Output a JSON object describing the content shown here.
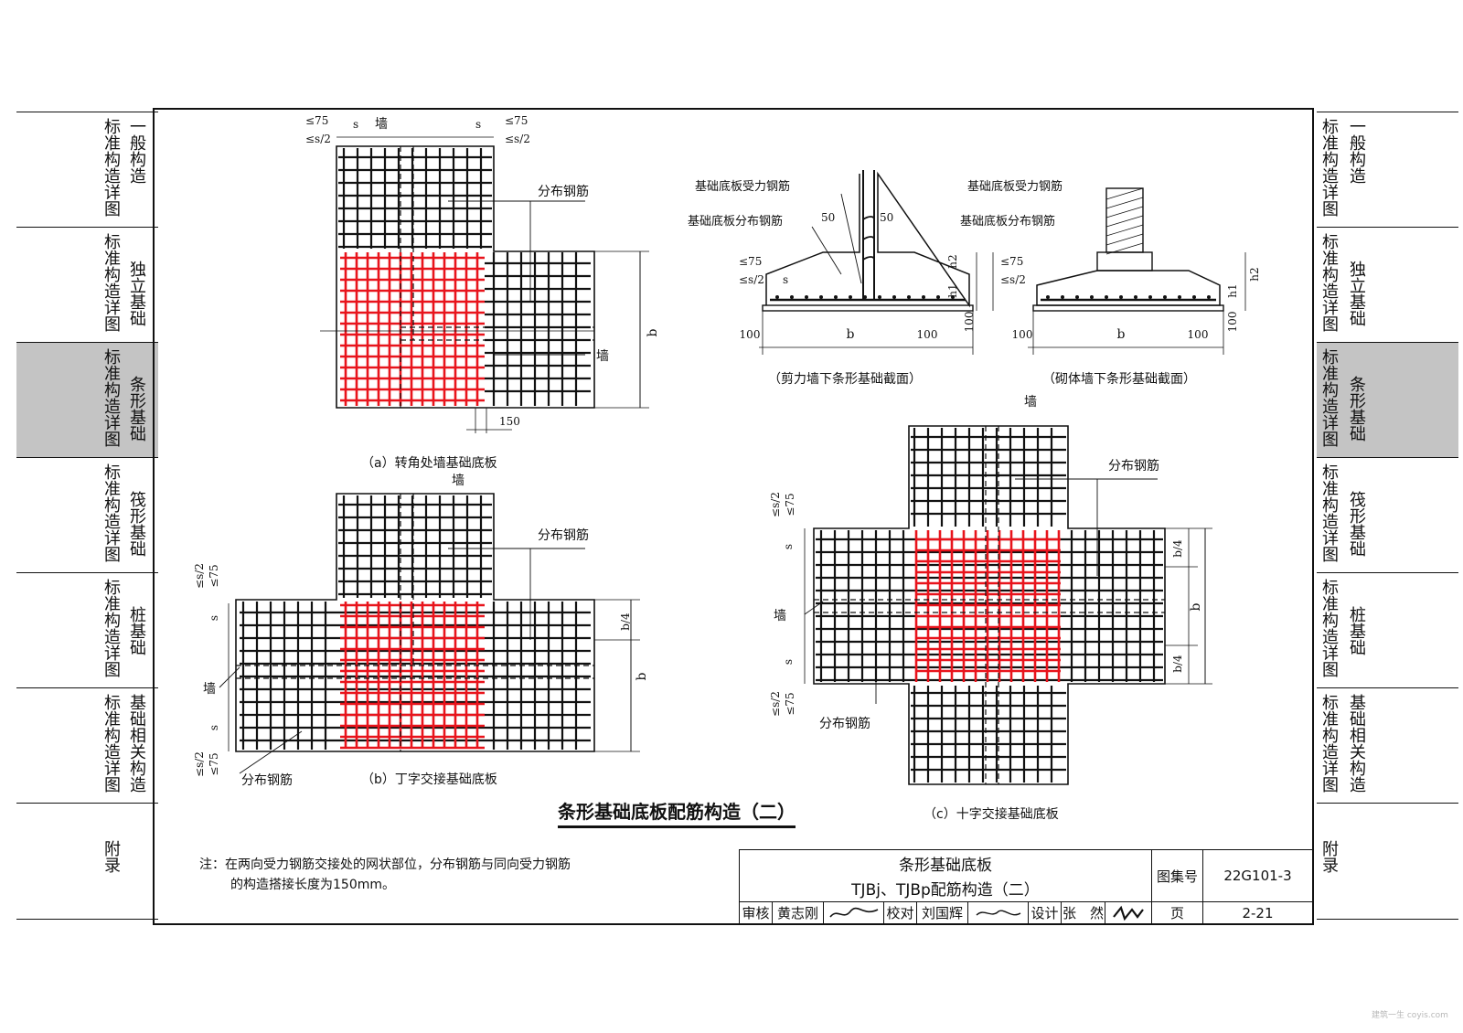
{
  "nav": {
    "common_label": "标准构造详图",
    "appendix_label": "附录",
    "items": [
      {
        "title": "一般构造"
      },
      {
        "title": "独立基础"
      },
      {
        "title": "条形基础",
        "active": true
      },
      {
        "title": "筏形基础"
      },
      {
        "title": "桩基础"
      },
      {
        "title": "基础相关构造"
      }
    ]
  },
  "drawing": {
    "main_title": "条形基础底板配筋构造（二）",
    "caption_a": "（a）转角处墙基础底板",
    "caption_b": "（b）丁字交接基础底板",
    "caption_c": "（c）十字交接基础底板",
    "caption_shear": "（剪力墙下条形基础截面）",
    "caption_masonry": "（砌体墙下条形基础截面）",
    "labels": {
      "wall": "墙",
      "dist_bar": "分布钢筋",
      "main_bar": "基础底板受力钢筋",
      "dist_bar_long": "基础底板分布钢筋",
      "le75": "≤75",
      "les2": "≤s/2",
      "s": "s",
      "b": "b",
      "b4": "b/4",
      "d150": "150",
      "d100": "100",
      "d50": "50",
      "h1": "h1",
      "h2": "h2"
    }
  },
  "note": {
    "line1": "注：在两向受力钢筋交接处的网状部位，分布钢筋与同向受力钢筋",
    "line2": "的构造搭接长度为150mm。"
  },
  "title_block": {
    "title1": "条形基础底板",
    "title2": "TJBj、TJBp配筋构造（二）",
    "atlas_label": "图集号",
    "atlas_no": "22G101-3",
    "review_label": "审核",
    "reviewer": "黄志刚",
    "check_label": "校对",
    "checker": "刘国辉",
    "design_label": "设计",
    "designer": "张　然",
    "page_label": "页",
    "page_no": "2-21"
  },
  "watermark": "建筑一生 coyis.com",
  "colors": {
    "red_bar": "#e8141c",
    "active_tab": "#c4c4c4",
    "ink": "#111111"
  }
}
